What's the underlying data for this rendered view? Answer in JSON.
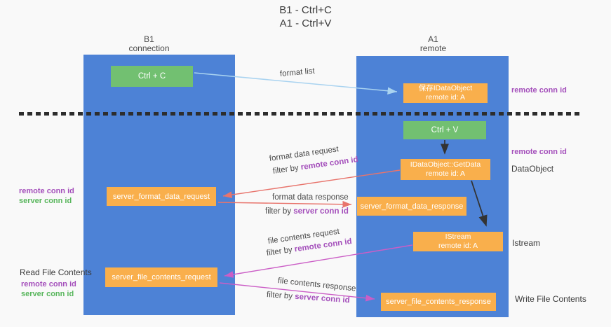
{
  "title": {
    "line1": "B1 - Ctrl+C",
    "line2": "A1 - Ctrl+V"
  },
  "lanes": {
    "left": {
      "name": "B1",
      "role": "connection"
    },
    "right": {
      "name": "A1",
      "role": "remote"
    }
  },
  "nodes": {
    "ctrl_c": {
      "label": "Ctrl + C"
    },
    "save_idataobject": {
      "line1": "保存IDataObject",
      "line2": "remote id: A"
    },
    "ctrl_v": {
      "label": "Ctrl + V"
    },
    "idataobject_getdata": {
      "line1": "IDataObject::GetData",
      "line2": "remote id: A"
    },
    "server_format_data_request": {
      "label": "server_format_data_request"
    },
    "server_format_data_response": {
      "label": "server_format_data_response"
    },
    "istream": {
      "line1": "IStream",
      "line2": "remote id: A"
    },
    "server_file_contents_request": {
      "label": "server_file_contents_request"
    },
    "server_file_contents_response": {
      "label": "server_file_contents_response"
    }
  },
  "side_labels": {
    "remote_conn_id_top": "remote conn id",
    "remote_conn_id_mid": "remote conn id",
    "dataobject": "DataObject",
    "istream": "Istream",
    "write_file_contents": "Write File Contents",
    "left_remote_conn_id": "remote conn id",
    "left_server_conn_id": "server conn id",
    "read_file_contents": "Read File Contents",
    "read_remote_conn_id": "remote conn id",
    "read_server_conn_id": "server conn id"
  },
  "arrows": {
    "format_list": {
      "label": "format list"
    },
    "format_data_request": {
      "label": "format data request",
      "filter_prefix": "filter by ",
      "filter_value": "remote conn id"
    },
    "format_data_response": {
      "label": "format data response",
      "filter_prefix": "filter by ",
      "filter_value": "server conn id"
    },
    "file_contents_request": {
      "label": "file contents request",
      "filter_prefix": "filter by ",
      "filter_value": "remote conn id"
    },
    "file_contents_response": {
      "label": "file contents response",
      "filter_prefix": "filter by ",
      "filter_value": "server conn id"
    }
  },
  "colors": {
    "lane_blue": "#4d82d6",
    "node_green": "#72c071",
    "node_orange": "#f9af4c",
    "arrow_red": "#e8746c",
    "arrow_magenta": "#cb5ec6",
    "arrow_lightblue": "#a9d3f0",
    "arrow_black": "#333333",
    "label_purple": "#a44fbb",
    "label_green": "#58b65c"
  }
}
